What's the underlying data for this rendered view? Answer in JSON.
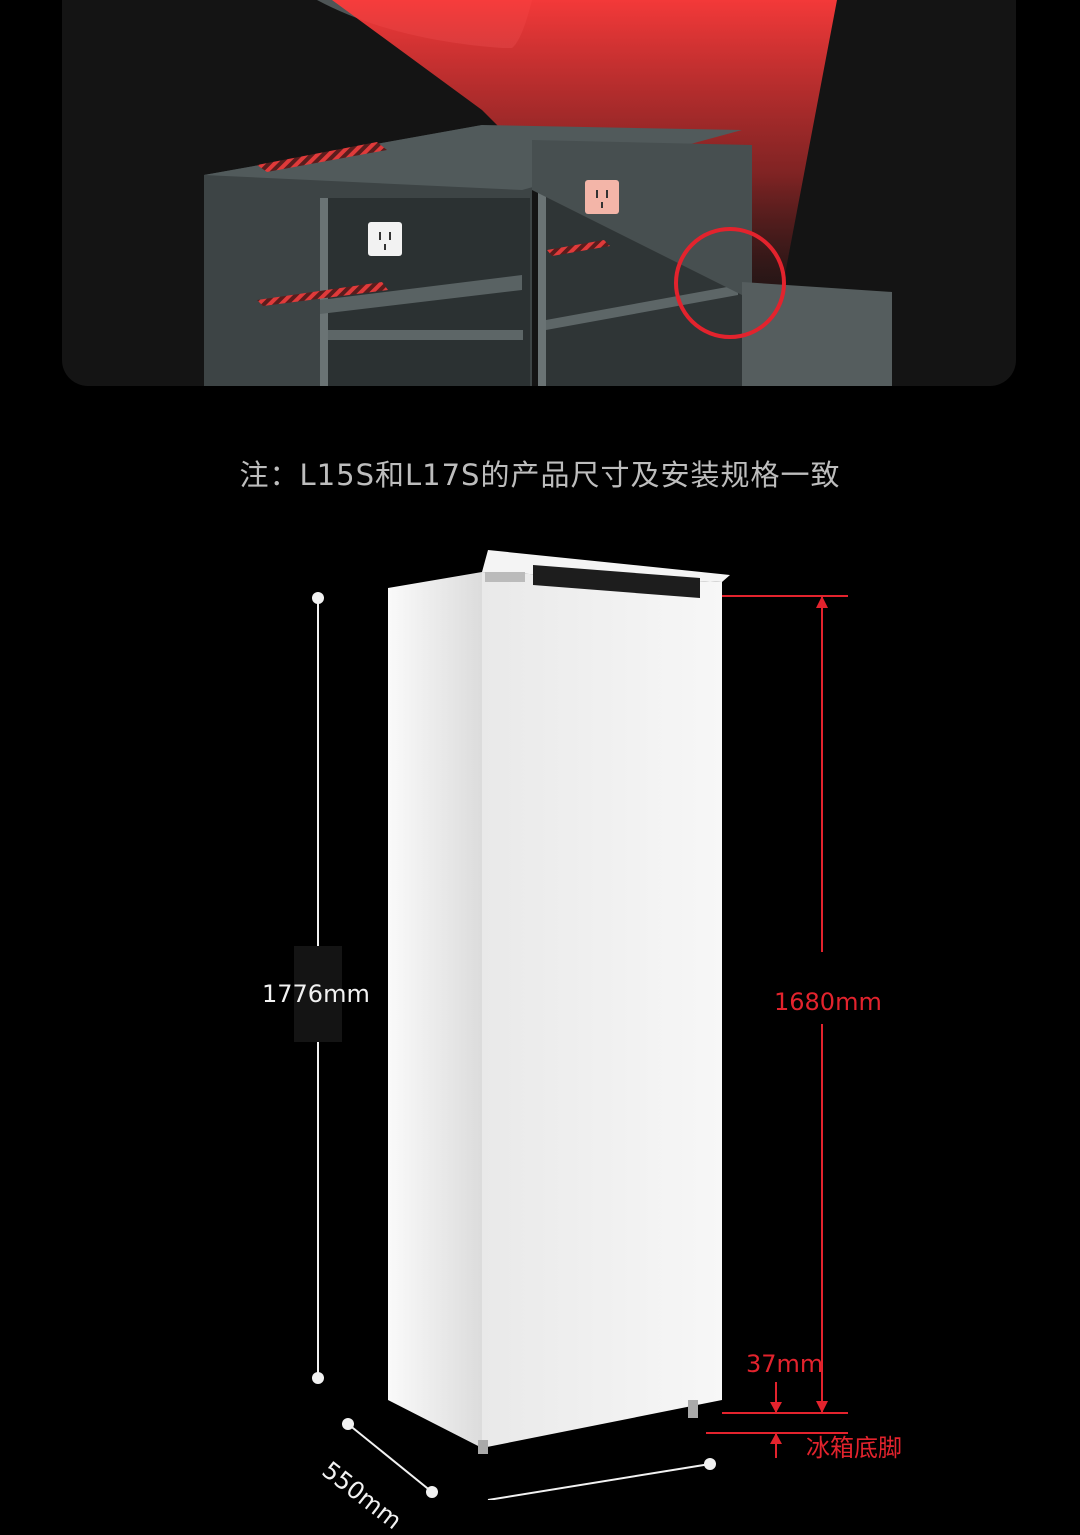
{
  "note": "注：L15S和L17S的产品尺寸及安装规格一致",
  "dimensions": {
    "total_height": "1776mm",
    "door_height": "1680mm",
    "foot_height": "37mm",
    "foot_label": "冰箱底脚",
    "depth": "550mm"
  },
  "colors": {
    "background": "#000000",
    "panel": "#141414",
    "accent_red": "#e3232d",
    "dim_white": "#f2f2f2"
  },
  "icons": [
    "power-socket-icon",
    "highlight-circle-icon"
  ]
}
